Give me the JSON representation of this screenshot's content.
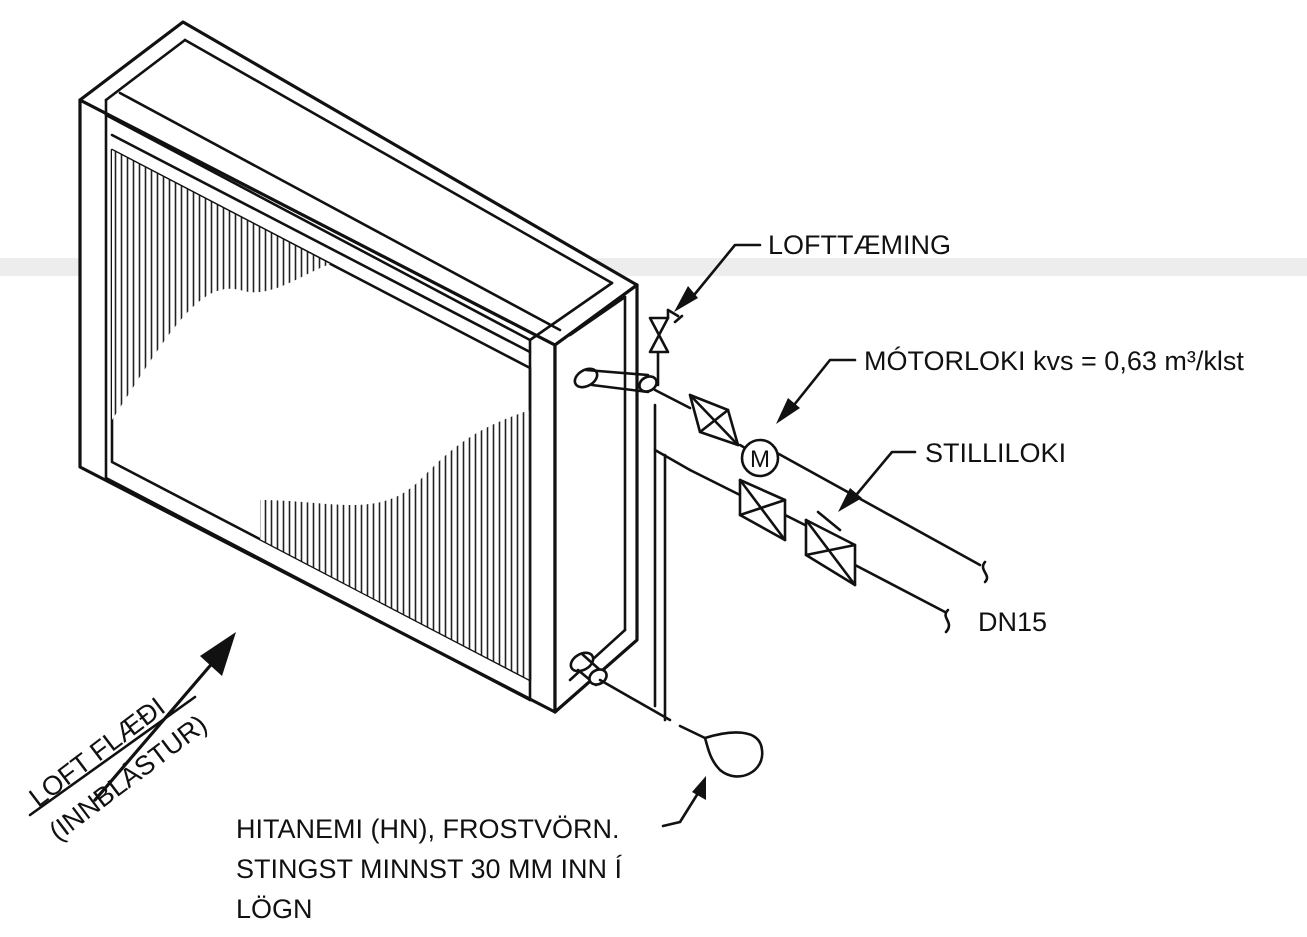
{
  "labels": {
    "lofttaeming": "LOFTTÆMING",
    "motorloki": "MÓTORLOKI kvs = 0,63 m³/klst",
    "stilliloki": "STILLILOKI",
    "dn15": "DN15",
    "motor_symbol": "M",
    "hitanemi_line1": "HITANEMI (HN), FROSTVÖRN.",
    "hitanemi_line2": "STINGST MINNST 30 MM INN Í",
    "hitanemi_line3": "LÖGN",
    "airflow_line1": "LOFT FLÆÐI",
    "airflow_line2": "(INNBLÁSTUR)"
  },
  "colors": {
    "ink": "#111111",
    "paper": "#ffffff",
    "scan_band": "#d8d8d8"
  }
}
